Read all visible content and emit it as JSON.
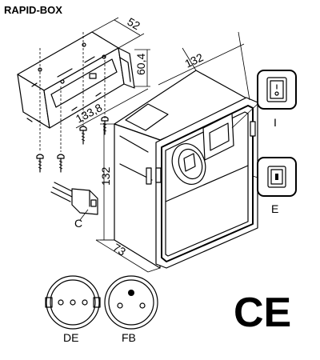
{
  "title": "RAPID-BOX",
  "dimensions": {
    "bracket_width": "52",
    "bracket_height": "60,4",
    "hole_spacing": "133,8",
    "box_width": "132",
    "box_height": "132",
    "box_depth": "73"
  },
  "callouts": {
    "switch": "I",
    "indicator": "E",
    "connector": "C"
  },
  "sockets": {
    "de": "DE",
    "fb": "FB"
  },
  "certification": "CE"
}
